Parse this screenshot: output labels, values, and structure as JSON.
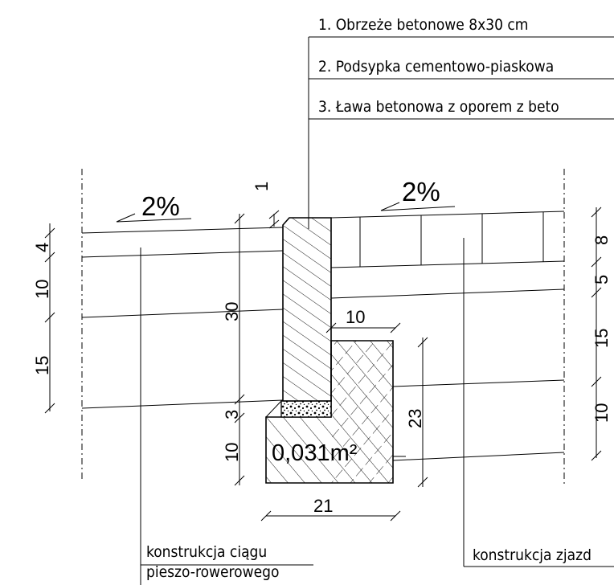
{
  "legend": {
    "items": [
      "1. Obrzeże betonowe 8x30 cm",
      "2. Podsypka cementowo-piaskowa",
      "3. Ława betonowa z oporem z beto"
    ]
  },
  "slopes": {
    "left": "2%",
    "right": "2%"
  },
  "dimensions": {
    "left_layers": [
      "4",
      "10",
      "15"
    ],
    "curb_gap": "1",
    "curb_height": "30",
    "bedding": "3",
    "foundation_base": "10",
    "back_support_width": "10",
    "back_support_height": "23",
    "foundation_width": "21",
    "right_layers": [
      "8",
      "5",
      "15",
      "10"
    ]
  },
  "area_label": "0,031m²",
  "labels": {
    "left_construction_line1": "konstrukcja ciągu",
    "left_construction_line2": "pieszo-rowerowego",
    "right_construction": "konstrukcja zjazd"
  }
}
